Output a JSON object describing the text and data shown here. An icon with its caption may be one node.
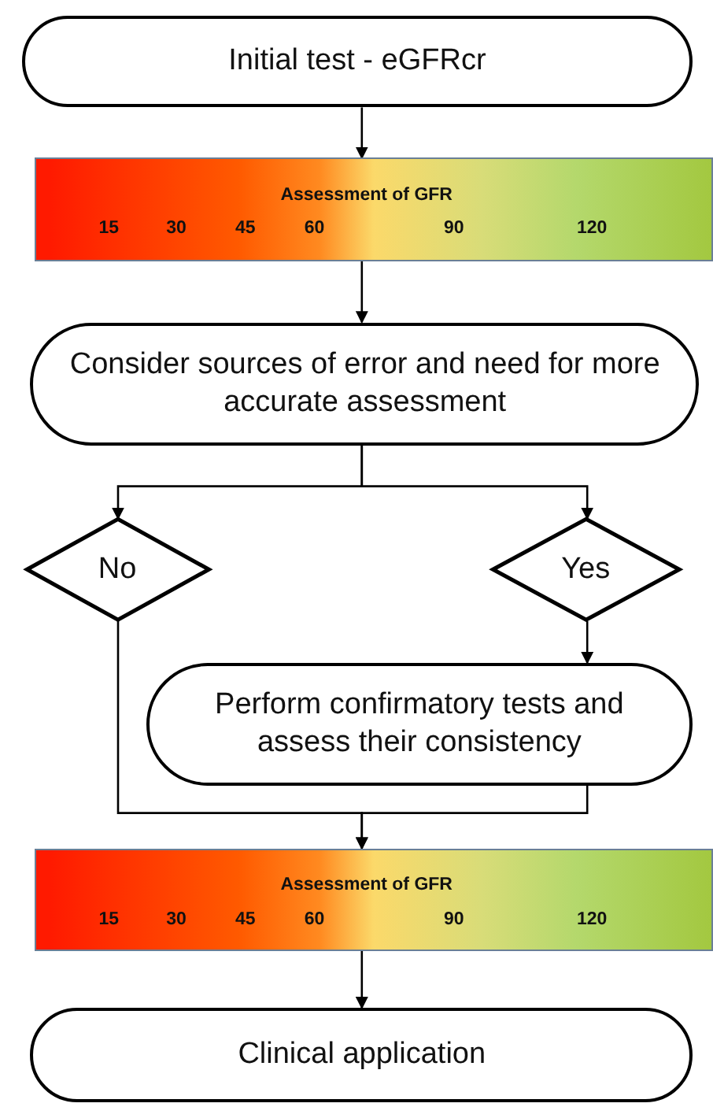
{
  "diagram": {
    "nodes": [
      {
        "text": [
          "Initial test - eGFRcr"
        ]
      },
      {
        "text": [
          "Assessment of GFR",
          "15",
          "30",
          "45",
          "60",
          "90",
          "120"
        ]
      },
      {
        "text": [
          "Consider sources of error and need for more accurate assessment"
        ]
      },
      {
        "text": [
          "No"
        ]
      },
      {
        "text": [
          "Yes"
        ]
      },
      {
        "text": [
          "Perform confirmatory tests and assess their consistency"
        ]
      },
      {
        "text": [
          "Assessment of GFR",
          "15",
          "30",
          "45",
          "60",
          "90",
          "120"
        ]
      },
      {
        "text": [
          "Clinical application"
        ]
      }
    ],
    "edges": [
      {
        "from": 0,
        "to": 1,
        "arrow": "to"
      },
      {
        "from": 1,
        "to": 2,
        "arrow": "to"
      },
      {
        "from": 2,
        "to": 3,
        "arrow": "to"
      },
      {
        "from": 2,
        "to": 4,
        "arrow": "to"
      },
      {
        "from": 4,
        "to": 5,
        "arrow": "to"
      },
      {
        "from": 3,
        "to": 6,
        "arrow": "to"
      },
      {
        "from": 5,
        "to": 6,
        "arrow": "to"
      },
      {
        "from": 6,
        "to": 7,
        "arrow": "to"
      }
    ]
  }
}
